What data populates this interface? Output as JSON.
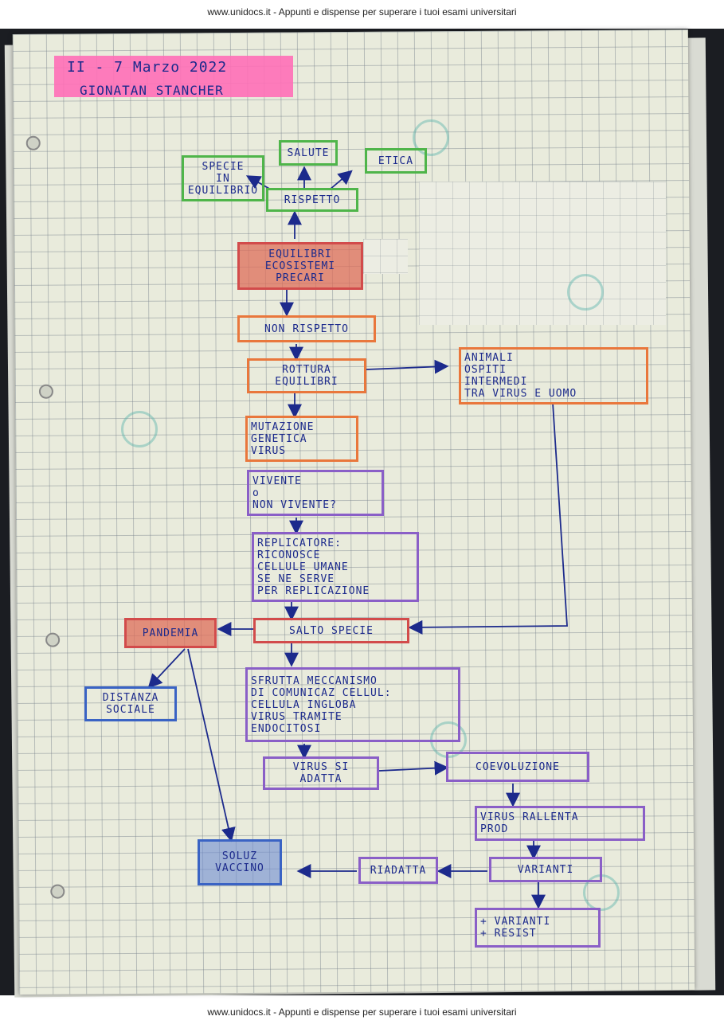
{
  "banner": {
    "top": "www.unidocs.it - Appunti e dispense per superare i tuoi esami universitari",
    "bottom": "www.unidocs.it - Appunti e dispense per superare i tuoi esami universitari"
  },
  "header": {
    "line1": "II - 7 Marzo 2022",
    "line2": "GIONATAN STANCHER"
  },
  "nodes": {
    "specie_equilibrio": "SPECIE\nIN\nEQUILIBRIO",
    "salute": "SALUTE",
    "etica": "ETICA",
    "rispetto": "RISPETTO",
    "equilibri": "EQUILIBRI\nECOSISTEMI\nPRECARI",
    "non_rispetto": "NON RISPETTO",
    "rottura": "ROTTURA\nEQUILIBRI",
    "animali": "ANIMALI\nOSPITI\nINTERMEDI\nTRA VIRUS E UOMO",
    "mutazione": "MUTAZIONE\nGENETICA\nVIRUS",
    "vivente": "VIVENTE\no\nNON VIVENTE?",
    "replicatore": "REPLICATORE:\nRICONOSCE\nCELLULE UMANE\nSE NE SERVE\nPER REPLICAZIONE",
    "pandemia": "PANDEMIA",
    "salto": "SALTO SPECIE",
    "distanza": "DISTANZA\nSOCIALE",
    "sfrutta": "SFRUTTA MECCANISMO\nDI COMUNICAZ CELLUL:\nCELLULA INGLOBA\nVIRUS TRAMITE\nENDOCITOSI",
    "virus_adatta": "VIRUS SI\nADATTA",
    "coevoluzione": "COEVOLUZIONE",
    "virus_rallenta": "VIRUS RALLENTA\nPROD",
    "soluz": "SOLUZ\nVACCINO",
    "riadatta": "RIADATTA",
    "varianti": "VARIANTI",
    "piu_varianti": "+ VARIANTI\n+ RESIST"
  },
  "colors": {
    "ink": "#1c2a8c",
    "green": "#4fb54a",
    "orange": "#e9773c",
    "red": "#d24b4b",
    "purple": "#8a5fc7",
    "blue": "#3a63c4",
    "highlight": "#ff6fb7"
  }
}
